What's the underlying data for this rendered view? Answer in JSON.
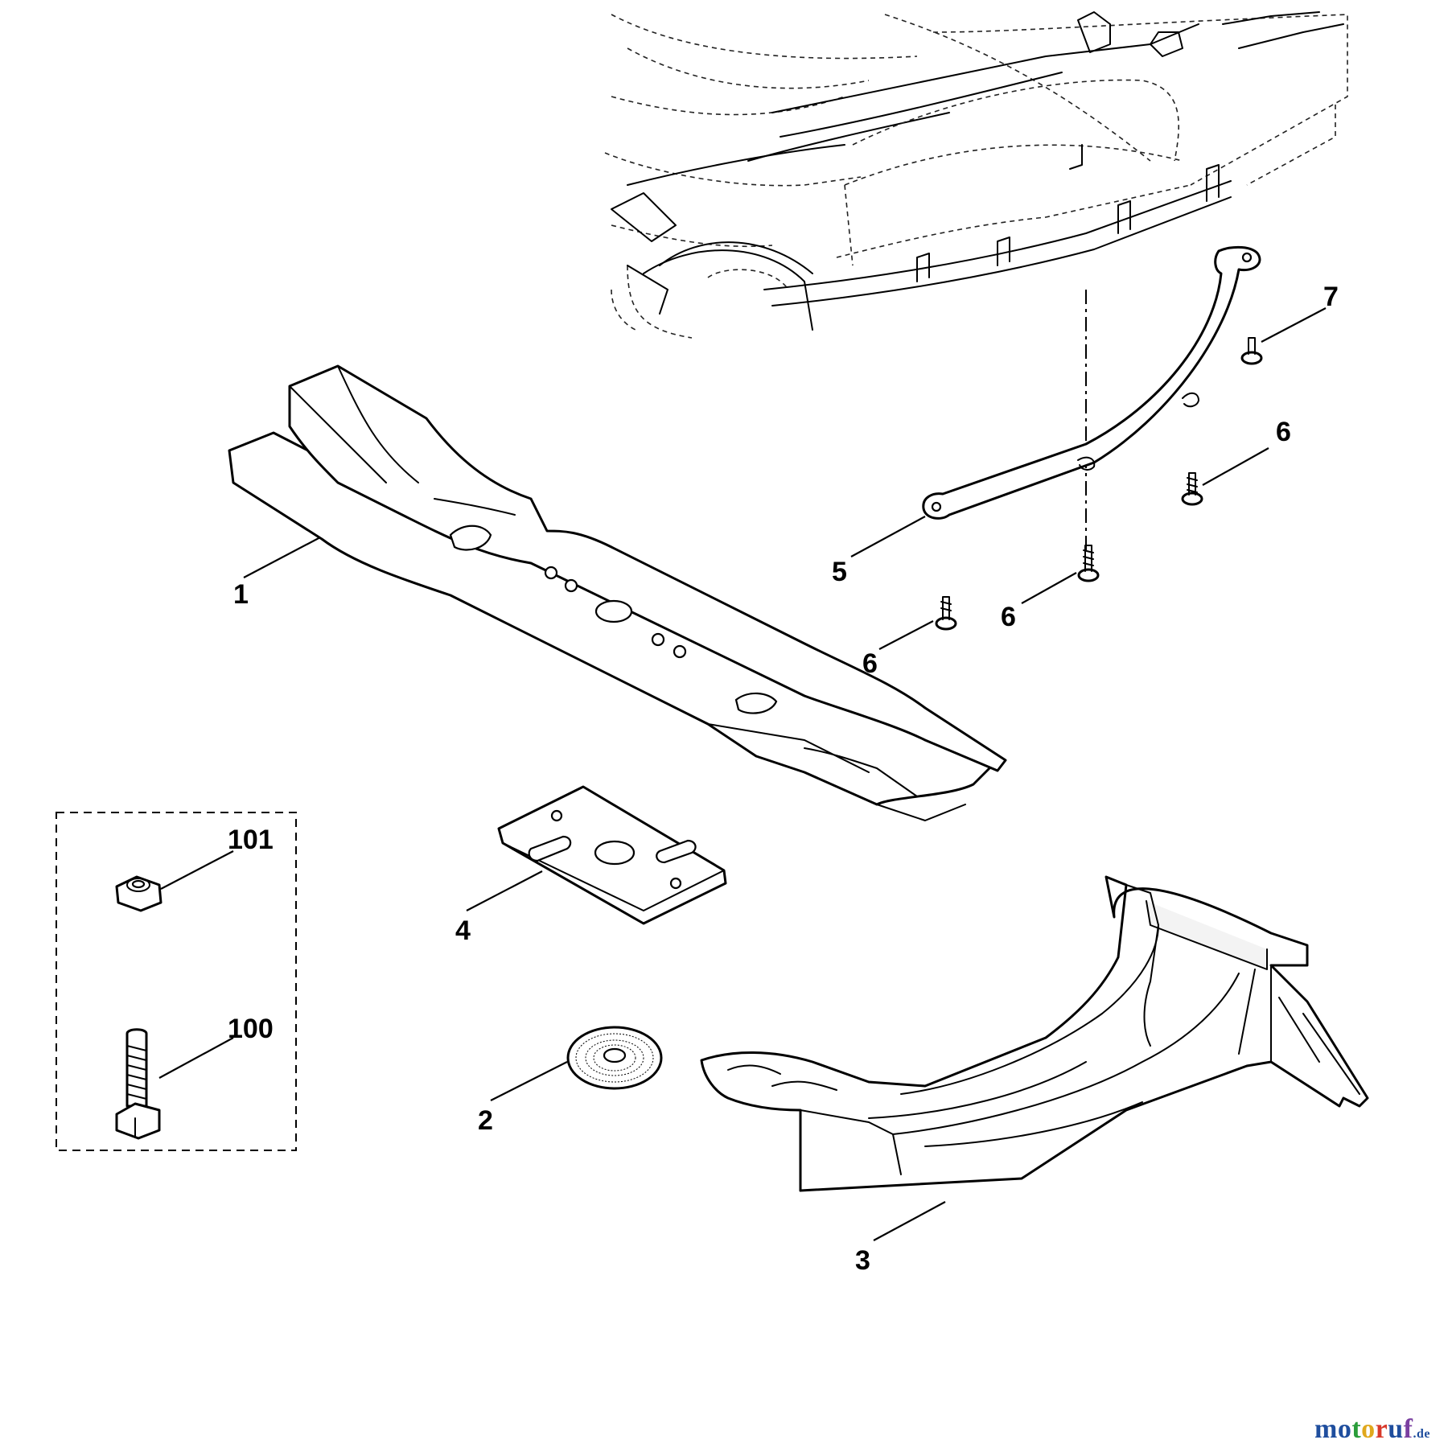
{
  "callouts": {
    "c1": "1",
    "c2": "2",
    "c3": "3",
    "c4": "4",
    "c5": "5",
    "c6a": "6",
    "c6b": "6",
    "c6c": "6",
    "c7": "7",
    "c100": "100",
    "c101": "101"
  },
  "watermark": {
    "brand": "motoruf",
    "tld": ".de",
    "colors": [
      "#1f4e9e",
      "#1f4e9e",
      "#2a9d3a",
      "#e0a81c",
      "#d8392b",
      "#1f4e9e",
      "#7a3fa0"
    ]
  }
}
